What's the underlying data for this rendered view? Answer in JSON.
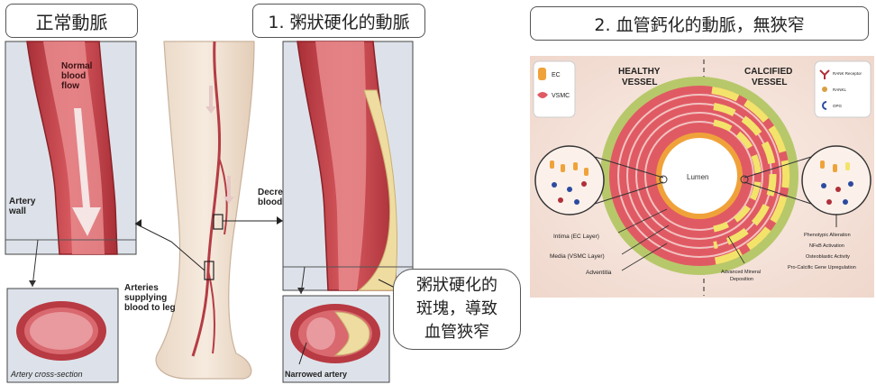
{
  "titles": {
    "normal_artery": "正常動脈",
    "atherosclerosis": "1. 粥狀硬化的動脈",
    "calcification": "2. 血管鈣化的動脈，無狹窄"
  },
  "panel_normal": {
    "normal_blood_flow": [
      "Normal",
      "blood",
      "flow"
    ],
    "artery_wall": [
      "Artery",
      "wall"
    ],
    "cross_section": "Artery cross-section"
  },
  "panel_leg": {
    "arteries_supplying": [
      "Arteries",
      "supplying",
      "blood to leg"
    ],
    "decreased_flow": [
      "Decreased",
      "blood flow"
    ]
  },
  "panel_athero": {
    "plaque_callout": [
      "粥狀硬化的",
      "斑塊，導致",
      "血管狹窄"
    ],
    "narrowed": "Narrowed artery"
  },
  "panel_calc": {
    "healthy": [
      "HEALTHY",
      "VESSEL"
    ],
    "calcified": [
      "CALCIFIED",
      "VESSEL"
    ],
    "lumen": "Lumen",
    "legend_left": [
      "EC",
      "VSMC"
    ],
    "legend_right": [
      "RANK Receptor",
      "RANKL",
      "OPG"
    ],
    "layers": [
      "Intima (EC Layer)",
      "Media (VSMC Layer)",
      "Adventitia"
    ],
    "mineral": [
      "Advanced Mineral",
      "Deposition"
    ],
    "processes": [
      "Phenotypic Alteration",
      "NFκB Activation",
      "Osteoblastic Activity",
      "Pro-Calcific Gene Upregulation"
    ]
  },
  "colors": {
    "artery_red": "#c8434a",
    "wall_pink": "#e7898d",
    "plaque": "#efdca0",
    "bg_panel": "#dde2ea",
    "ring_green": "#b7c86a",
    "lumen_white": "#ffffff",
    "calc_yellow": "#f3e36b"
  }
}
